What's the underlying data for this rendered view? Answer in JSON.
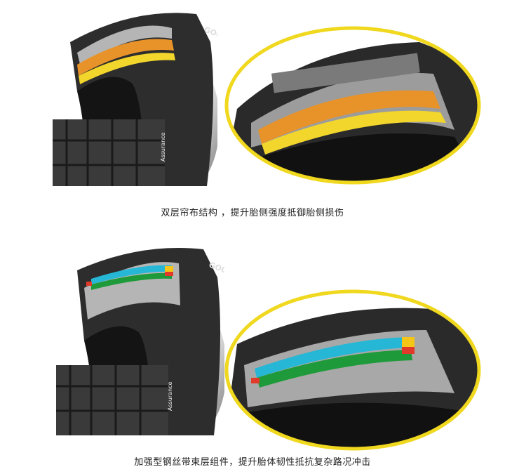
{
  "panels": [
    {
      "caption": "双层帘布结构 ，提升胎侧强度抵御胎侧损伤",
      "brand_text": "GOODY",
      "sidewall_text": "Assurance",
      "layer_colors": {
        "ply_outer": "#f2d62c",
        "ply_inner": "#e8932a",
        "frame": "#f0d81f"
      }
    },
    {
      "caption": "加强型钢丝带束层组件，提升胎体韧性抵抗复杂路况冲击",
      "brand_text": "GOODY",
      "sidewall_text": "Assurance",
      "layer_colors": {
        "belt_cyan": "#27b7d6",
        "belt_green": "#1e9a3a",
        "edge_red": "#e23a2a",
        "edge_yellow": "#f5c518",
        "frame": "#f0d81f"
      }
    }
  ]
}
